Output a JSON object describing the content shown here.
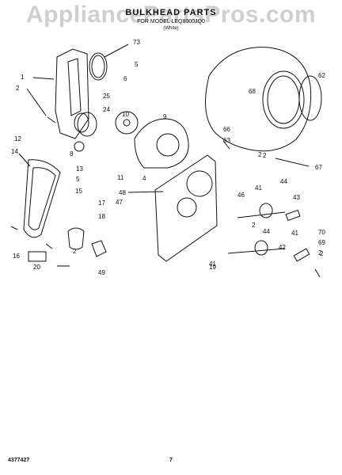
{
  "header": {
    "watermark": "AppliancePartsPros.com",
    "title": "BULKHEAD PARTS",
    "subtitle": "FOR MODEL LEQ8000JQ0",
    "subtitle2": "(White)"
  },
  "footer": {
    "part_number": "4377427",
    "page_number": "7"
  },
  "callouts": [
    "1",
    "2",
    "73",
    "5",
    "25",
    "24",
    "10",
    "6",
    "9",
    "12",
    "14",
    "8",
    "13",
    "5",
    "15",
    "11",
    "4",
    "2",
    "48",
    "47",
    "18",
    "17",
    "16",
    "20",
    "49",
    "2",
    "62",
    "68",
    "66",
    "63",
    "67",
    "2",
    "46",
    "41",
    "44",
    "43",
    "2",
    "44",
    "42",
    "41",
    "70",
    "69",
    "2",
    "19",
    "41",
    "2"
  ]
}
